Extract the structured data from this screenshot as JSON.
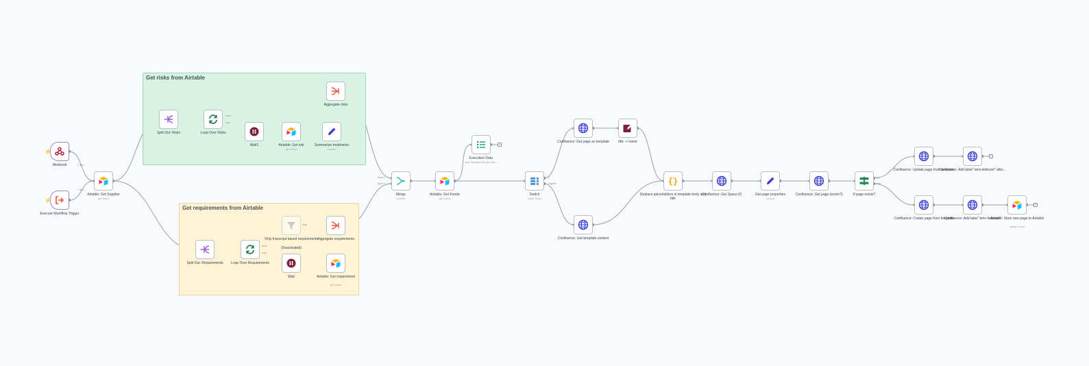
{
  "stickies": {
    "risks": {
      "title": "Get risks from Airtable"
    },
    "requirements": {
      "title": "Get requirements from Airtable"
    }
  },
  "nodes": {
    "webhook": {
      "label": "Webhook",
      "icon": "webhook-icon"
    },
    "exec_trigger": {
      "label": "Execute Workflow Trigger",
      "icon": "execute-workflow-icon"
    },
    "get_supplier": {
      "label": "Airtable: Get Supplier",
      "sub": "get: record",
      "icon": "airtable-icon"
    },
    "split_risks": {
      "label": "Split Out: Risks",
      "icon": "split-out-icon"
    },
    "loop_risks": {
      "label": "Loop Over Risks",
      "icon": "loop-icon"
    },
    "wait1": {
      "label": "Wait1",
      "icon": "wait-icon"
    },
    "get_risk": {
      "label": "Airtable: Get risk",
      "sub": "get: record",
      "icon": "airtable-icon"
    },
    "summarize": {
      "label": "Summarize treatments",
      "sub": "manual",
      "icon": "edit-fields-icon"
    },
    "agg_risks": {
      "label": "Aggregate risks",
      "icon": "aggregate-icon"
    },
    "split_req": {
      "label": "Split Out: Requirements",
      "icon": "split-out-icon"
    },
    "loop_req": {
      "label": "Loop Over Requirements",
      "icon": "loop-icon"
    },
    "filter": {
      "label": "Only transcript based requirements",
      "sub2": "(Deactivated)",
      "icon": "filter-icon"
    },
    "wait": {
      "label": "Wait",
      "icon": "wait-icon"
    },
    "agg_req": {
      "label": "Aggregate requirements",
      "icon": "aggregate-icon"
    },
    "get_req": {
      "label": "Airtable: Get requirement",
      "sub": "get: record",
      "icon": "airtable-icon"
    },
    "merge": {
      "label": "Merge",
      "sub": "combine",
      "icon": "merge-icon"
    },
    "get_kunde": {
      "label": "Airtable: Get Kunde",
      "sub": "get: record",
      "icon": "airtable-icon"
    },
    "exec_data": {
      "label": "Execution Data",
      "sub": "Save Highlight Data (for Sear...",
      "icon": "execution-data-icon"
    },
    "switch": {
      "label": "Switch",
      "sub": "mode: Rules",
      "icon": "switch-icon"
    },
    "conf_get_page_tpl": {
      "label": "Confluence: Get page as template",
      "icon": "globe-icon"
    },
    "title_name": {
      "label": "title -> name",
      "icon": "rename-icon"
    },
    "conf_get_tpl_content": {
      "label": "Confluence: Get template content",
      "icon": "globe-icon"
    },
    "replace": {
      "label": "Replace placeholders in template body and title",
      "icon": "code-icon"
    },
    "conf_space": {
      "label": "Confluence: Get Space ID",
      "icon": "globe-icon"
    },
    "page_props": {
      "label": "Get page properties",
      "sub": "manual",
      "icon": "edit-fields-icon"
    },
    "conf_page_exists": {
      "label": "Confluence: Get page (exists?)",
      "icon": "globe-icon"
    },
    "if_exists": {
      "label": "If page exists?",
      "icon": "if-icon"
    },
    "conf_update": {
      "label": "Confluence: Update page from template",
      "icon": "globe-icon"
    },
    "conf_label1": {
      "label": "Confluence: Add label \"ams-lieferant\" after...",
      "icon": "globe-icon"
    },
    "conf_create": {
      "label": "Confluence: Create page from template",
      "icon": "globe-icon"
    },
    "conf_label2": {
      "label": "Confluence: Add label \"ams-lieferant\"",
      "icon": "globe-icon"
    },
    "store_page": {
      "label": "Airtable: Store new page to Airtable",
      "sub": "update: record",
      "icon": "airtable-icon"
    }
  },
  "port_labels": {
    "item1": "1 item",
    "item2": "1 item",
    "done_risks": "done",
    "loop_risks": "loop",
    "done_req": "done",
    "loop_req": "loop",
    "kept": "Kept",
    "input1": "Input 1",
    "input2": "Input 2",
    "switch_out0": "0",
    "switch_out1": "page/id",
    "if_true": "true",
    "if_false": "false"
  },
  "colors": {
    "airtable": "#18bfff",
    "globe": "#3f45d6",
    "loop": "#1f7a4d",
    "wait": "#7b1f3a",
    "split": "#9c5ad6",
    "aggregate": "#e6533c",
    "edge": "#9aa0a8"
  }
}
